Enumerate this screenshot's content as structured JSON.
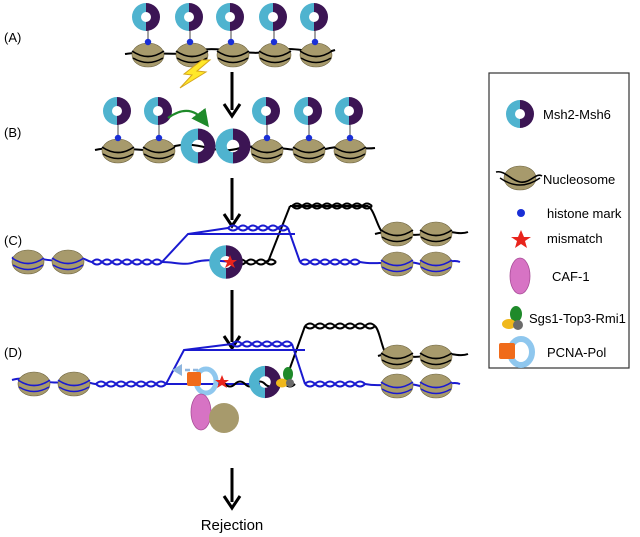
{
  "panels": {
    "a": "(A)",
    "b": "(B)",
    "c": "(C)",
    "d": "(D)"
  },
  "outcome": "Rejection",
  "legend": {
    "items": [
      {
        "label": "Msh2-Msh6",
        "icon": "msh2-msh6-icon"
      },
      {
        "label": "Nucleosome",
        "icon": "nucleosome-icon"
      },
      {
        "label": "histone mark",
        "icon": "histone-mark-icon"
      },
      {
        "label": "mismatch",
        "icon": "mismatch-star-icon"
      },
      {
        "label": "CAF-1",
        "icon": "caf1-icon"
      },
      {
        "label": "Sgs1-Top3-Rmi1",
        "icon": "sgs1-top3-rmi1-icon"
      },
      {
        "label": "PCNA-Pol",
        "icon": "pcna-pol-icon"
      }
    ]
  },
  "colors": {
    "msh2": "#4fb3cf",
    "msh6": "#3c1554",
    "nucleosome": "#a79a6c",
    "dna_blue": "#1a1ad0",
    "dna_black": "#000000",
    "histone_mark": "#1a2fd6",
    "mismatch": "#e8241c",
    "caf1": "#d773c4",
    "sgs1": "#1f8a2a",
    "top3": "#f0b81c",
    "rmi1": "#6b6b6b",
    "pcna": "#8fc7ee",
    "pol": "#f06b1a",
    "arrow_green": "#1f8a2a",
    "lightning": "#ffe82a"
  }
}
